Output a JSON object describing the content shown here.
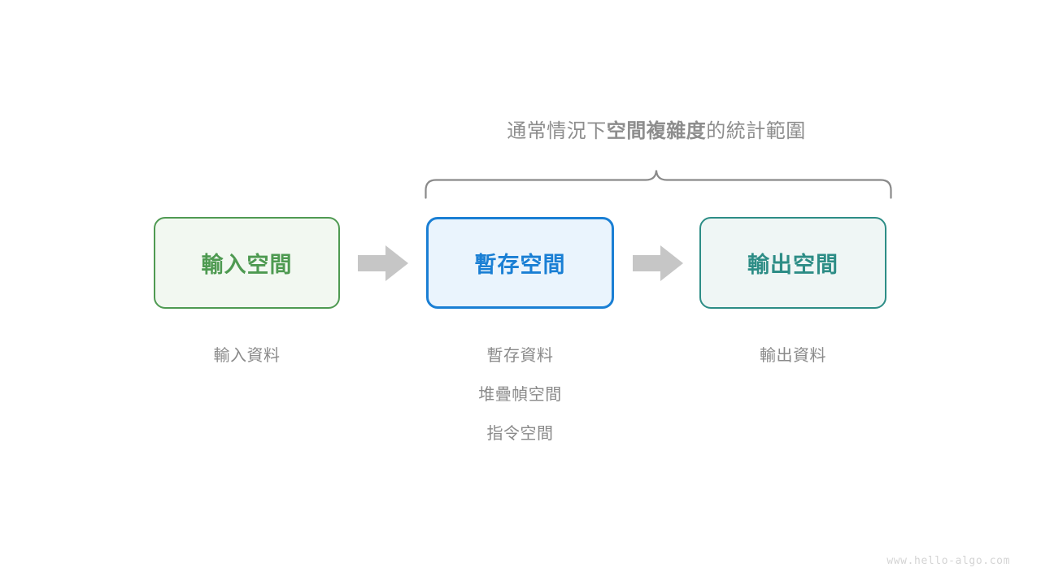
{
  "diagram": {
    "brace_caption": {
      "prefix": "通常情況下",
      "emphasis": "空間複雜度",
      "suffix": "的統計範圍"
    },
    "boxes": [
      {
        "id": "input-space",
        "label": "輸入空間",
        "border_color": "#4f9a52",
        "fill_color": "#f2f8f1",
        "text_color": "#4e9a51",
        "captions": [
          "輸入資料"
        ]
      },
      {
        "id": "temp-space",
        "label": "暫存空間",
        "border_color": "#1a7fd4",
        "fill_color": "#eaf4fd",
        "text_color": "#1a7fd4",
        "captions": [
          "暫存資料",
          "堆疊幀空間",
          "指令空間"
        ]
      },
      {
        "id": "output-space",
        "label": "輸出空間",
        "border_color": "#2d8d86",
        "fill_color": "#eff6f5",
        "text_color": "#2d8d86",
        "captions": [
          "輸出資料"
        ]
      }
    ],
    "arrows": [
      {
        "id": "arrow-input-to-temp",
        "direction": "right",
        "color": "#c6c6c6"
      },
      {
        "id": "arrow-temp-to-output",
        "direction": "right",
        "color": "#c6c6c6"
      }
    ],
    "brace": {
      "color": "#8a8a8a",
      "spans": [
        "暫存空間",
        "輸出空間"
      ]
    },
    "watermark": "www.hello-algo.com",
    "background_color": "#ffffff"
  }
}
